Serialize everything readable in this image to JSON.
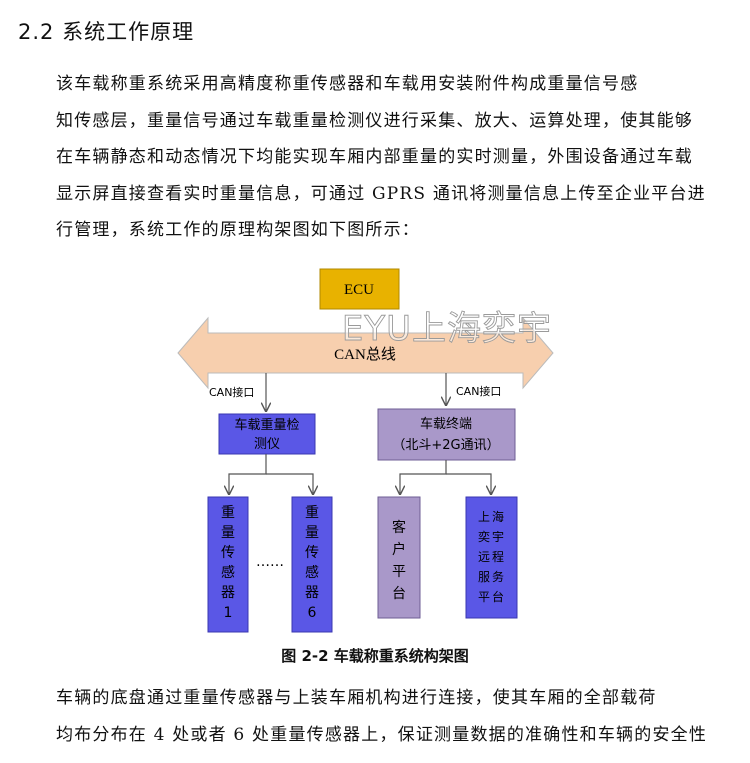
{
  "section_heading": "2.2 系统工作原理",
  "paragraph1_lines": [
    "该车载称重系统采用高精度称重传感器和车载用安装附件构成重量信号感",
    "知传感层，重量信号通过车载重量检测仪进行采集、放大、运算处理，使其能够",
    "在车辆静态和动态情况下均能实现车厢内部重量的实时测量，外围设备通过车载",
    "显示屏直接查看实时重量信息，可通过 GPRS 通讯将测量信息上传至企业平台进",
    "行管理，系统工作的原理构架图如下图所示："
  ],
  "diagram": {
    "ecu": "ECU",
    "watermark": "EYU上海奕宇",
    "can_bus": "CAN总线",
    "can_port_left": "CAN接口",
    "can_port_right": "CAN接口",
    "detector_lines": [
      "车载重量检",
      "测仪"
    ],
    "terminal_lines": [
      "车载终端",
      "（北斗+2G通讯）"
    ],
    "sensor1_chars": [
      "重",
      "量",
      "传",
      "感",
      "器",
      "1"
    ],
    "ellipsis": "……",
    "sensor6_chars": [
      "重",
      "量",
      "传",
      "感",
      "器",
      "6"
    ],
    "client_chars": [
      "客",
      "户",
      "平",
      "台"
    ],
    "service_chars": [
      "上",
      "海",
      "奕",
      "宇",
      "远",
      "程",
      "服",
      "务",
      "平",
      "台"
    ],
    "colors": {
      "ecu_fill": "#e8b200",
      "bus_fill": "#f7cfae",
      "blue_fill": "#5a57e6",
      "purple_fill": "#a998c9"
    }
  },
  "figure_caption": "图 2-2  车载称重系统构架图",
  "paragraph2_lines": [
    "车辆的底盘通过重量传感器与上装车厢机构进行连接，使其车厢的全部载荷",
    "均布分布在 4 处或者 6 处重量传感器上，保证测量数据的准确性和车辆的安全性"
  ]
}
